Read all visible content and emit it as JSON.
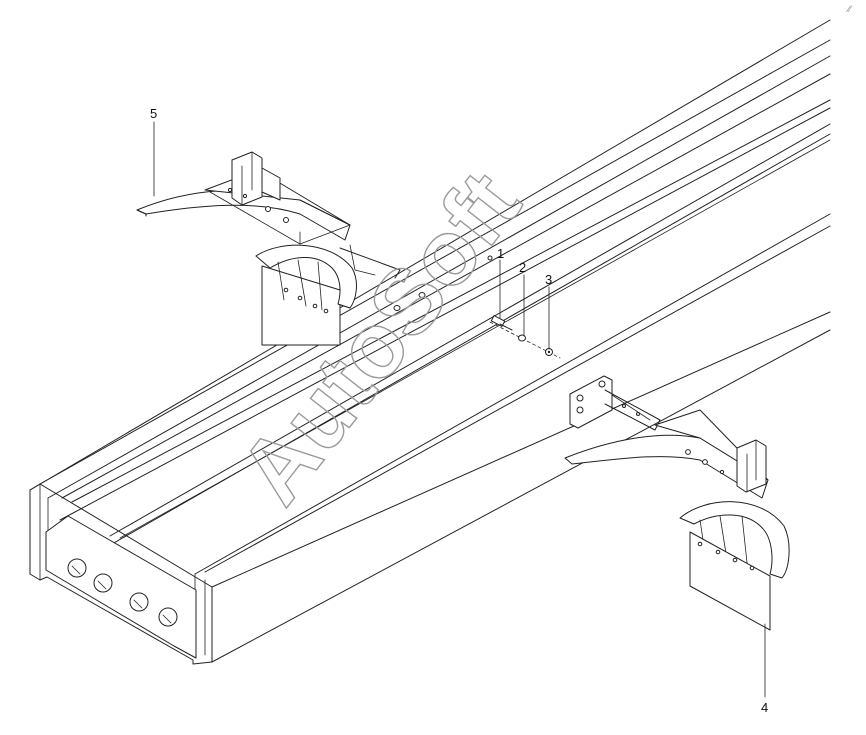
{
  "diagram": {
    "watermark": "AutoSoft",
    "corner_mark": "∕∕",
    "callouts": [
      {
        "id": "1",
        "text": "1"
      },
      {
        "id": "2",
        "text": "2"
      },
      {
        "id": "3",
        "text": "3"
      },
      {
        "id": "4",
        "text": "4"
      },
      {
        "id": "5",
        "text": "5"
      }
    ]
  }
}
